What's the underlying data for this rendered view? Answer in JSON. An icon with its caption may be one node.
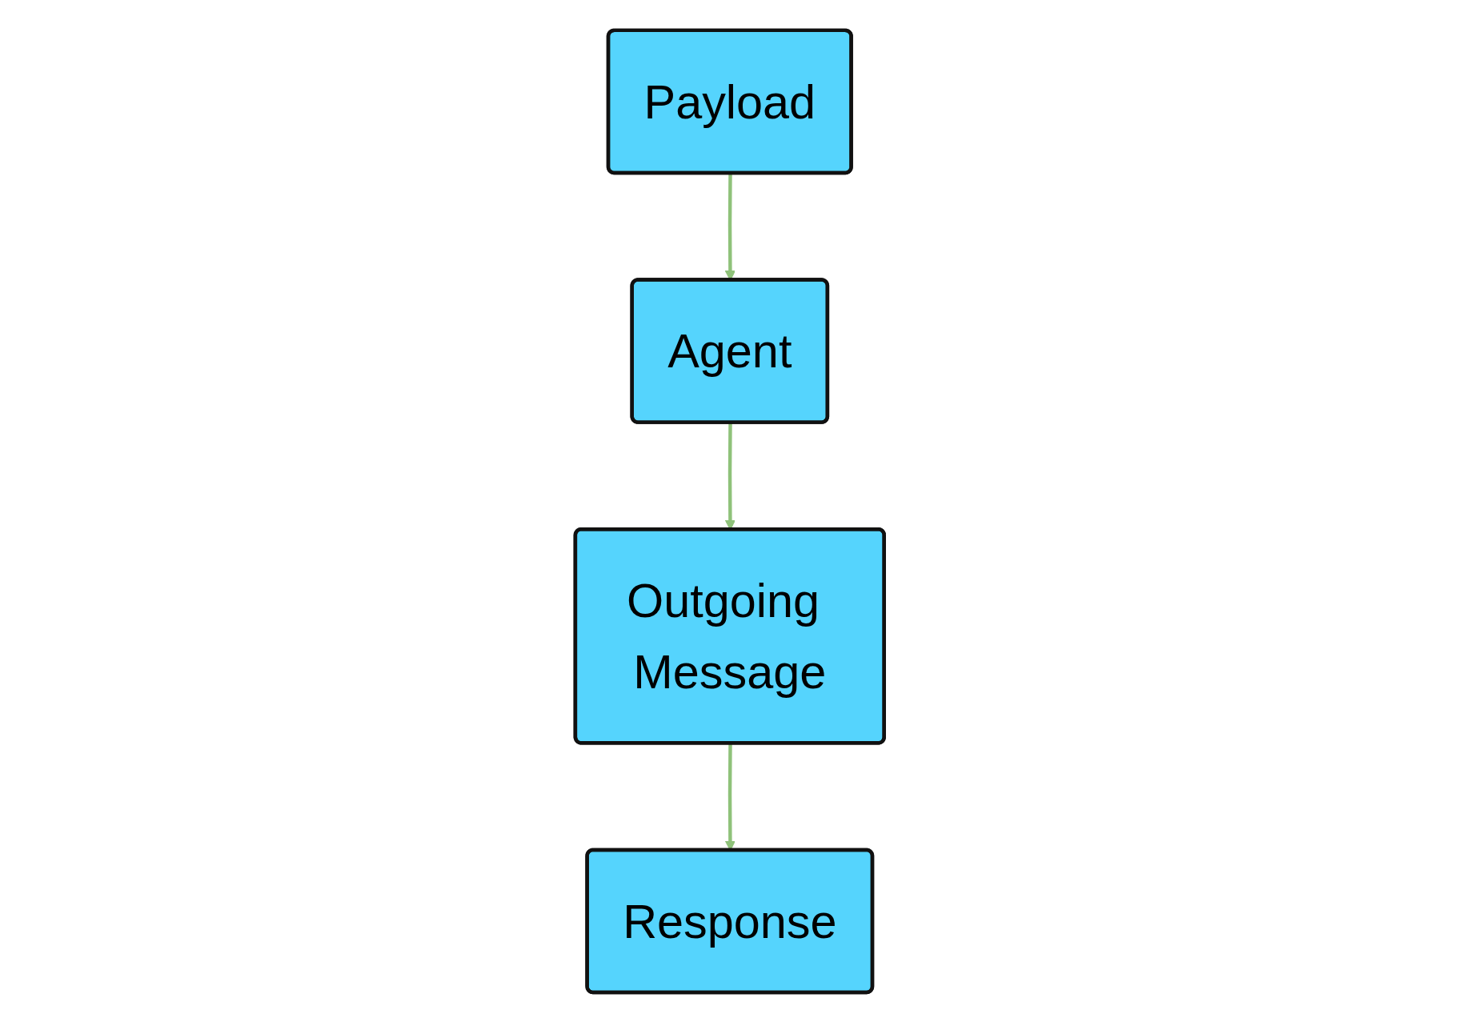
{
  "diagram": {
    "nodes": [
      {
        "text": [
          "Payload"
        ]
      },
      {
        "text": [
          "Agent"
        ]
      },
      {
        "text": [
          "Outgoing Message"
        ]
      },
      {
        "text": [
          "Response"
        ]
      }
    ],
    "edges": [
      {
        "from": 0,
        "to": 1,
        "arrow": "to"
      },
      {
        "from": 1,
        "to": 2,
        "arrow": "to"
      },
      {
        "from": 2,
        "to": 3,
        "arrow": "to"
      }
    ]
  }
}
